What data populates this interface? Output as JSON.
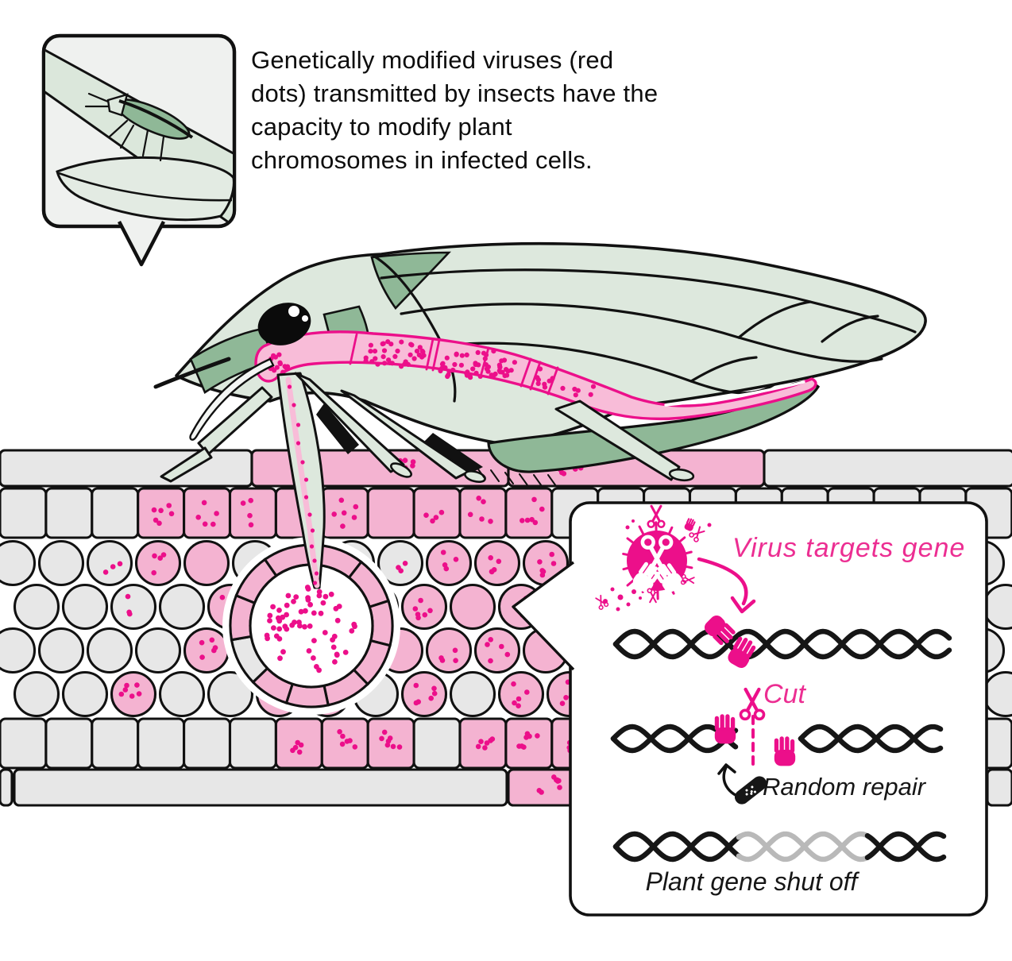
{
  "caption": {
    "text": "Genetically modified viruses (red\ndots) transmitted by insects have the\ncapacity to modify plant\nchromosomes in infected cells."
  },
  "callout": {
    "label_target": "Virus targets gene",
    "label_cut": "Cut",
    "label_repair": "Random repair",
    "label_shutoff": "Plant gene shut off"
  },
  "icons": {
    "virus": "virus-scissors-icon",
    "scissors": "scissors-icon",
    "hand": "hand-icon",
    "bandage": "bandage-icon",
    "arrow_down": "curved-arrow-icon",
    "dna": "dna-helix-icon",
    "insect": "leafhopper-icon",
    "speech_bubble": "speech-bubble-icon"
  },
  "palette": {
    "magenta": "#ec0f8a",
    "pink_text": "#ec2e92",
    "cell_pink": "#f4b3d1",
    "cell_gray": "#e7e7e7",
    "gut_pink": "#f8bcd8",
    "body_green": "#dde8dd",
    "accent_green": "#8fb897",
    "leaf_green": "#e3ebe3",
    "stem_green": "#dbe7db",
    "inset_bg": "#eff1ef",
    "outline": "#111111",
    "dna_black": "#161616",
    "dna_gray": "#b9b9b9",
    "white": "#ffffff"
  }
}
